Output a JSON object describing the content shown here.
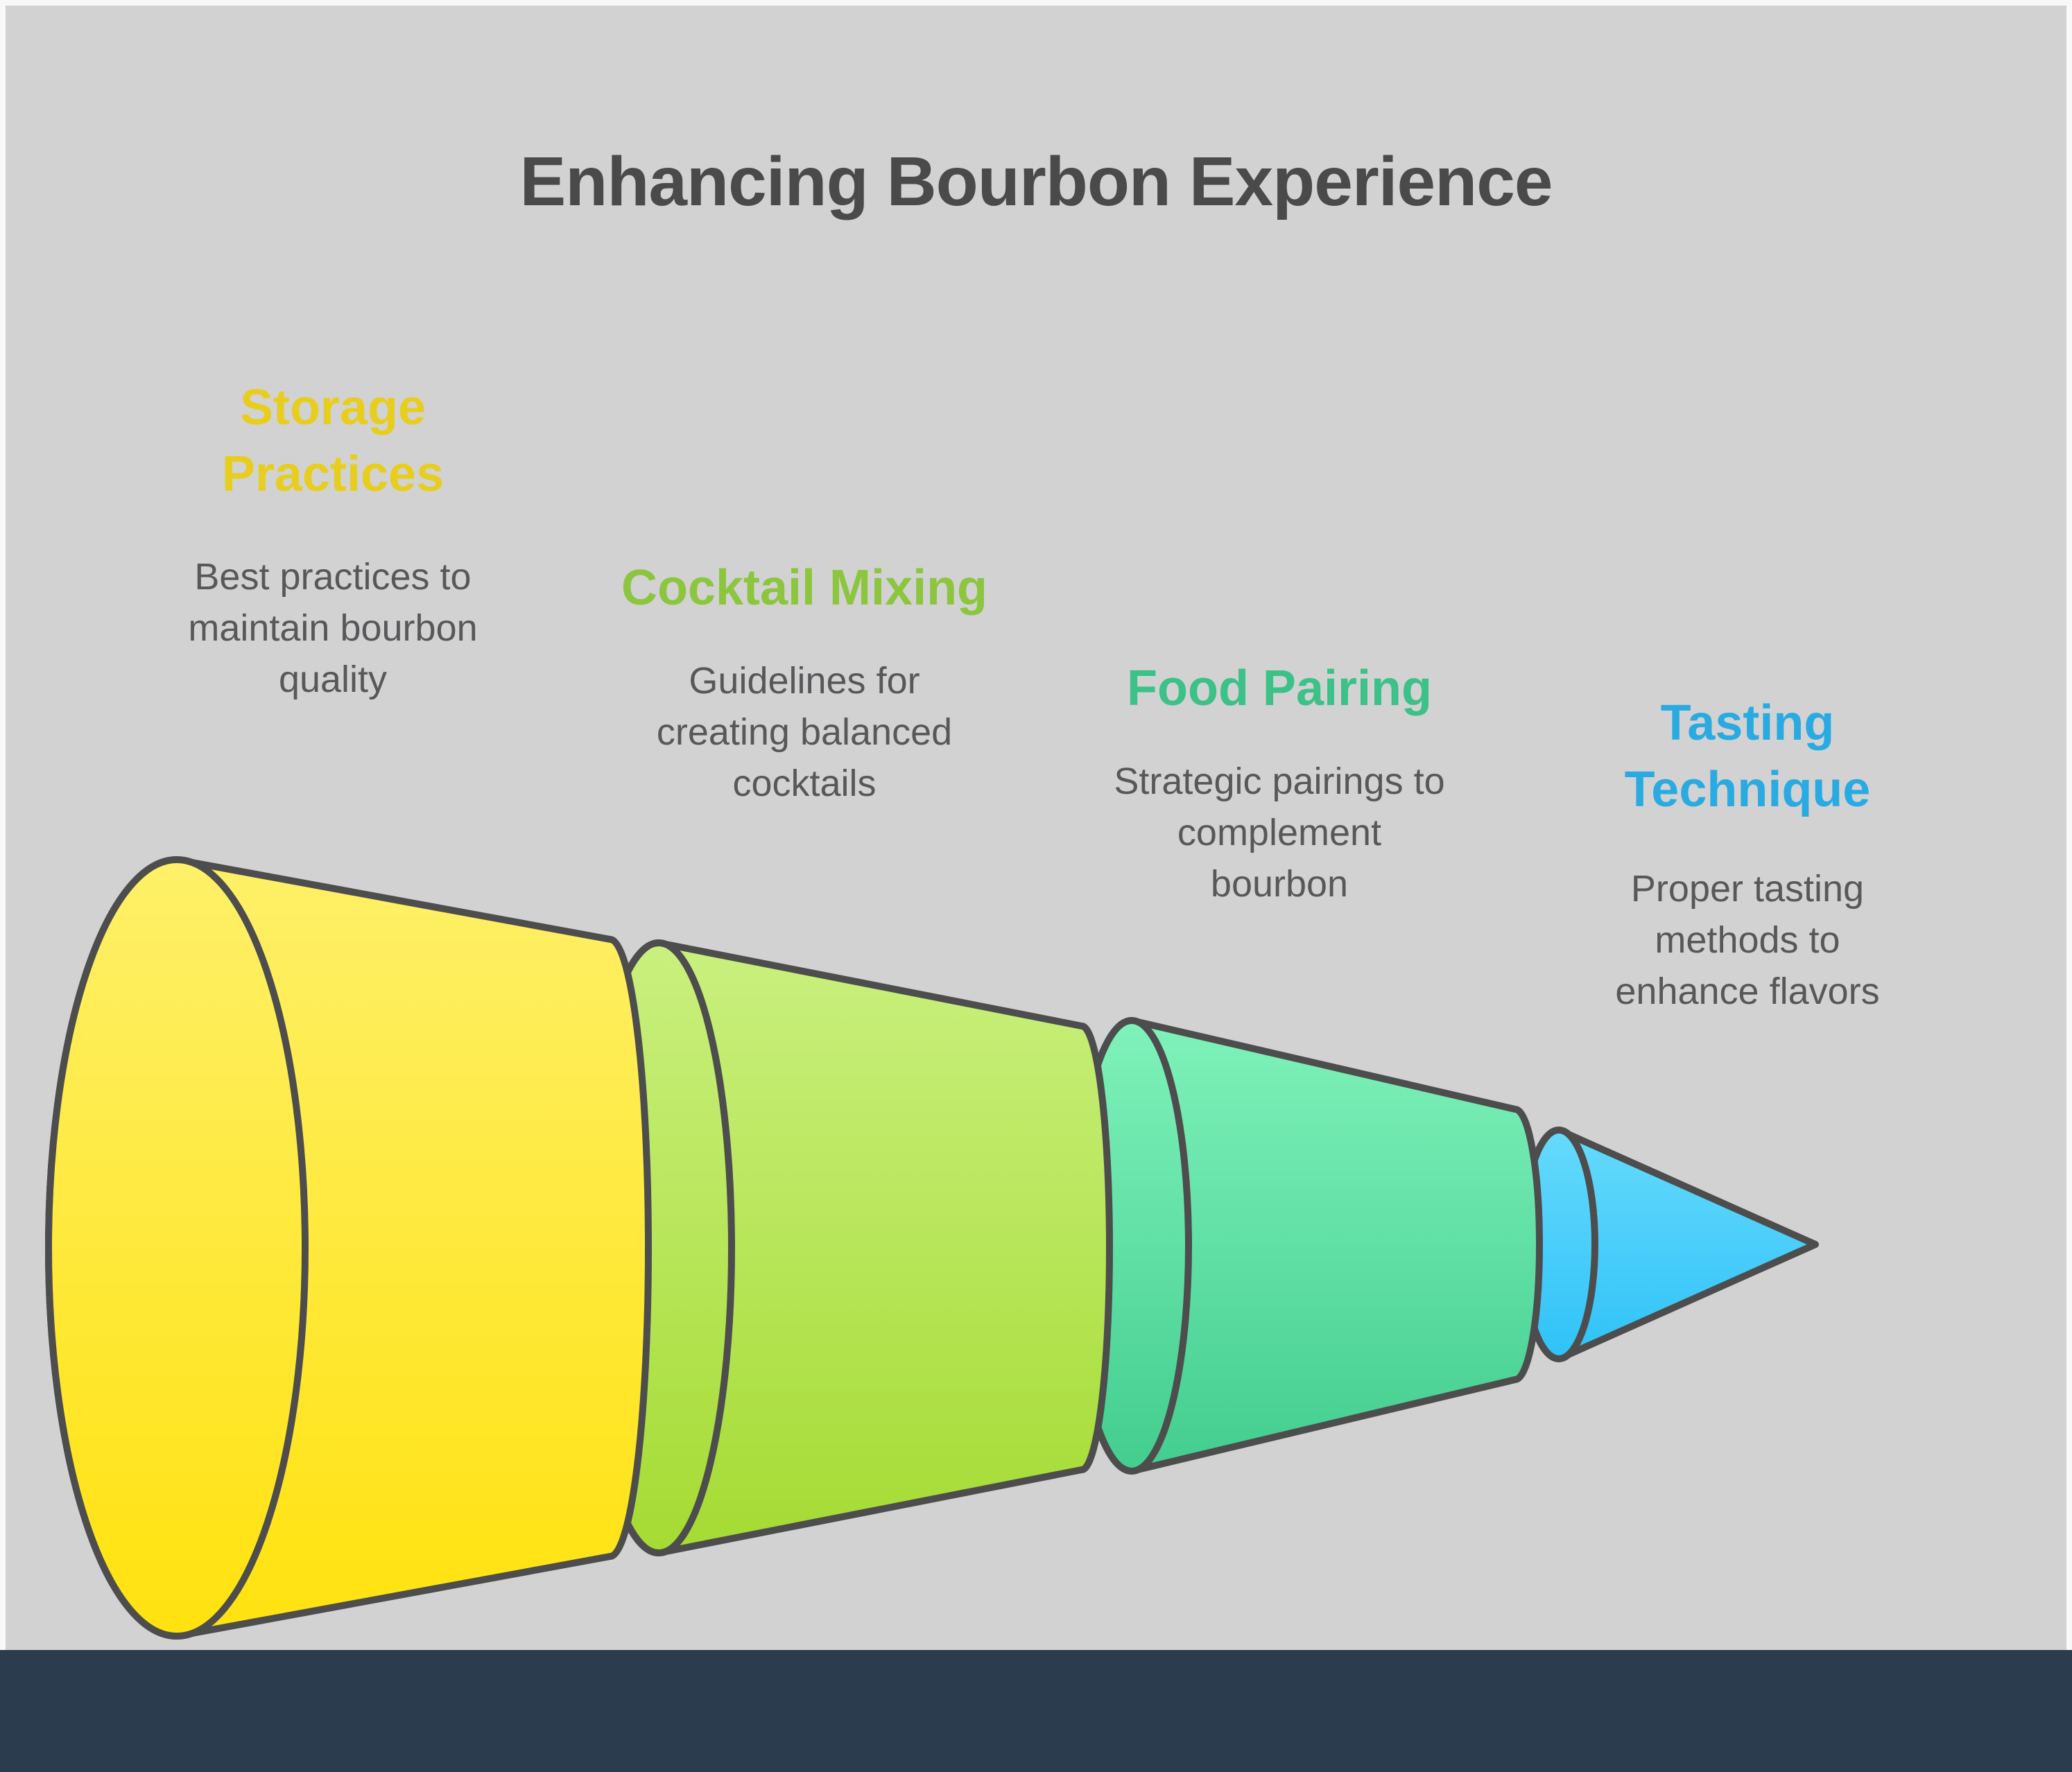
{
  "canvas": {
    "background_outer": "#F8F8F8",
    "background_panel": "#D2D2D2",
    "footer_bar_color": "#2B3C4E",
    "outline_color": "#4D4D4D"
  },
  "header": {
    "title": "Enhancing Bourbon Experience",
    "title_color": "#4A4A4A"
  },
  "stages": [
    {
      "name": "Storage Practices",
      "title_lines": [
        "Storage",
        "Practices"
      ],
      "title_color": "#E7CE1E",
      "desc_lines": [
        "Best practices to",
        "maintain bourbon",
        "quality"
      ],
      "desc_color": "#58585A",
      "fill_top": "#FEF069",
      "fill_bottom": "#FFE20E"
    },
    {
      "name": "Cocktail Mixing",
      "title_lines": [
        "Cocktail Mixing"
      ],
      "title_color": "#8CC63F",
      "desc_lines": [
        "Guidelines for",
        "creating balanced",
        "cocktails"
      ],
      "desc_color": "#58585A",
      "fill_top": "#C9F07E",
      "fill_bottom": "#A5DB33"
    },
    {
      "name": "Food Pairing",
      "title_lines": [
        "Food Pairing"
      ],
      "title_color": "#3CC188",
      "desc_lines": [
        "Strategic pairings to",
        "complement",
        "bourbon"
      ],
      "desc_color": "#58585A",
      "fill_top": "#7FF2BA",
      "fill_bottom": "#43CD8F"
    },
    {
      "name": "Tasting Technique",
      "title_lines": [
        "Tasting",
        "Technique"
      ],
      "title_color": "#29ABE2",
      "desc_lines": [
        "Proper tasting",
        "methods to",
        "enhance flavors"
      ],
      "desc_color": "#58585A",
      "fill_top": "#66DAFC",
      "fill_bottom": "#2FC2F8"
    }
  ]
}
